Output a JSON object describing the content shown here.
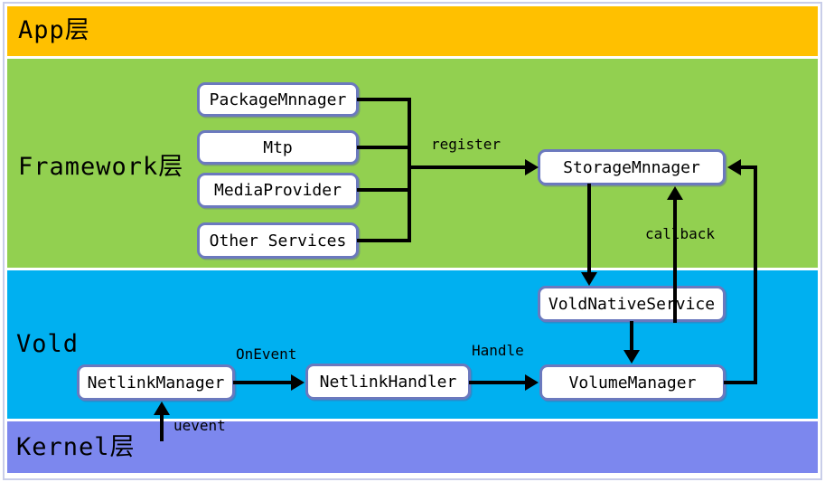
{
  "layers": {
    "app": {
      "label": "App层",
      "color": "#FFC000"
    },
    "framework": {
      "label": "Framework层",
      "color": "#92D050"
    },
    "vold": {
      "label": "Vold",
      "color": "#00B0F0"
    },
    "kernel": {
      "label": "Kernel层",
      "color": "#7C87EE"
    }
  },
  "nodes": {
    "package_manager": {
      "label": "PackageMnnager"
    },
    "mtp": {
      "label": "Mtp"
    },
    "media_provider": {
      "label": "MediaProvider"
    },
    "other_services": {
      "label": "Other Services"
    },
    "storage_manager": {
      "label": "StorageMnnager"
    },
    "vold_native_service": {
      "label": "VoldNativeService"
    },
    "volume_manager": {
      "label": "VolumeManager"
    },
    "netlink_manager": {
      "label": "NetlinkManager"
    },
    "netlink_handler": {
      "label": "NetlinkHandler"
    }
  },
  "edges": {
    "register": {
      "label": "register"
    },
    "callback": {
      "label": "callback"
    },
    "on_event": {
      "label": "OnEvent"
    },
    "handle": {
      "label": "Handle"
    },
    "uevent": {
      "label": "uevent"
    }
  },
  "colors": {
    "node_fill": "#FFFFFF",
    "node_border": "#6B79BE",
    "connector": "#000000",
    "text": "#000000",
    "frame_border": "#C9CEE9",
    "background": "#FFFFFF"
  }
}
